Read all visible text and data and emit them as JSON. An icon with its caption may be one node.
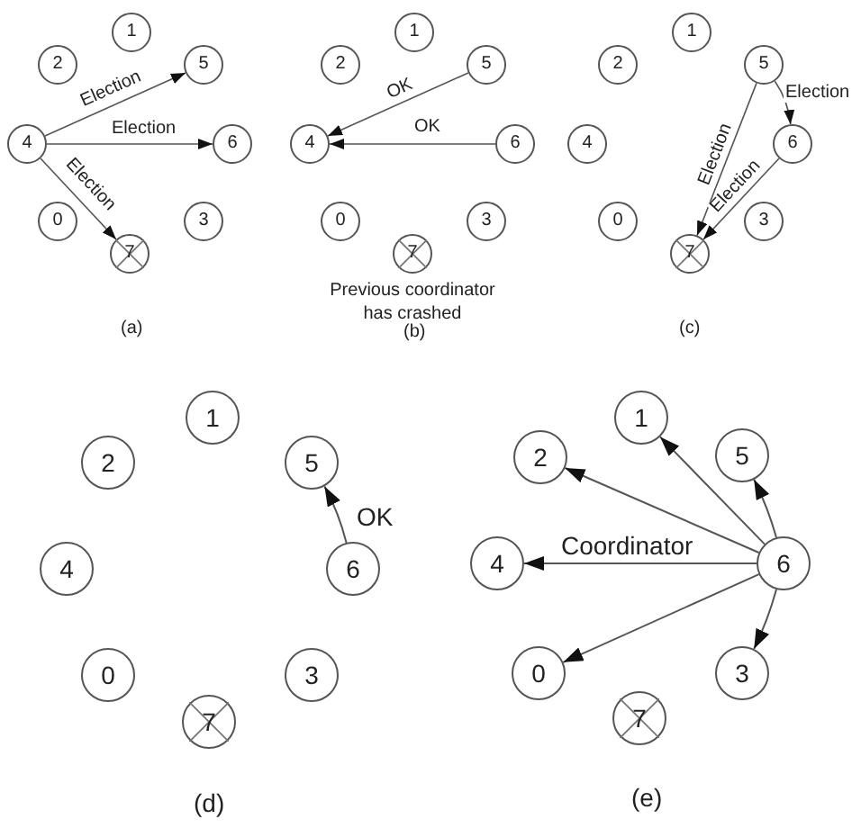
{
  "diagram": {
    "nodes": [
      {
        "text": [
          "1"
        ]
      },
      {
        "text": [
          "2"
        ]
      },
      {
        "text": [
          "5"
        ]
      },
      {
        "text": [
          "4"
        ]
      },
      {
        "text": [
          "6"
        ]
      },
      {
        "text": [
          "0"
        ]
      },
      {
        "text": [
          "7"
        ]
      },
      {
        "text": [
          "3"
        ]
      },
      {
        "text": [
          "1"
        ]
      },
      {
        "text": [
          "2"
        ]
      },
      {
        "text": [
          "5"
        ]
      },
      {
        "text": [
          "4"
        ]
      },
      {
        "text": [
          "6"
        ]
      },
      {
        "text": [
          "0"
        ]
      },
      {
        "text": [
          "7"
        ],
        "beside": [
          "Previous coordinator has crashed"
        ]
      },
      {
        "text": [
          "3"
        ]
      },
      {
        "text": [
          "1"
        ]
      },
      {
        "text": [
          "2"
        ]
      },
      {
        "text": [
          "5"
        ]
      },
      {
        "text": [
          "4"
        ]
      },
      {
        "text": [
          "6"
        ]
      },
      {
        "text": [
          "0"
        ]
      },
      {
        "text": [
          "7"
        ]
      },
      {
        "text": [
          "3"
        ]
      },
      {
        "text": [
          "1"
        ]
      },
      {
        "text": [
          "2"
        ]
      },
      {
        "text": [
          "5"
        ]
      },
      {
        "text": [
          "4"
        ]
      },
      {
        "text": [
          "6"
        ]
      },
      {
        "text": [
          "0"
        ]
      },
      {
        "text": [
          "7"
        ]
      },
      {
        "text": [
          "3"
        ]
      },
      {
        "text": [
          "1"
        ]
      },
      {
        "text": [
          "2"
        ]
      },
      {
        "text": [
          "5"
        ]
      },
      {
        "text": [
          "4"
        ]
      },
      {
        "text": [
          "6"
        ]
      },
      {
        "text": [
          "0"
        ]
      },
      {
        "text": [
          "7"
        ]
      },
      {
        "text": [
          "3"
        ]
      }
    ],
    "edges": [
      {
        "from": 3,
        "to": 2,
        "arrow": "to",
        "label": "Election"
      },
      {
        "from": 3,
        "to": 4,
        "arrow": "to",
        "label": "Election"
      },
      {
        "from": 3,
        "to": 6,
        "arrow": "to",
        "label": "Election"
      },
      {
        "from": 10,
        "to": 11,
        "arrow": "to",
        "label": "OK"
      },
      {
        "from": 12,
        "to": 11,
        "arrow": "to",
        "label": "OK"
      },
      {
        "from": 18,
        "to": 20,
        "arrow": "to",
        "label": "Election"
      },
      {
        "from": 18,
        "to": 22,
        "arrow": "to",
        "label": "Election"
      },
      {
        "from": 20,
        "to": 22,
        "arrow": "to",
        "label": "Election"
      },
      {
        "from": 28,
        "to": 26,
        "arrow": "to",
        "label": "OK"
      },
      {
        "from": 36,
        "to": 32,
        "arrow": "to"
      },
      {
        "from": 36,
        "to": 33,
        "arrow": "to"
      },
      {
        "from": 36,
        "to": 34,
        "arrow": "to"
      },
      {
        "from": 36,
        "to": 35,
        "arrow": "to",
        "label": "Coordinator"
      },
      {
        "from": 36,
        "to": 37,
        "arrow": "to"
      },
      {
        "from": 36,
        "to": 39,
        "arrow": "to"
      }
    ],
    "labels": [
      "(a)",
      "(b)",
      "(c)",
      "(d)",
      "(e)"
    ]
  }
}
